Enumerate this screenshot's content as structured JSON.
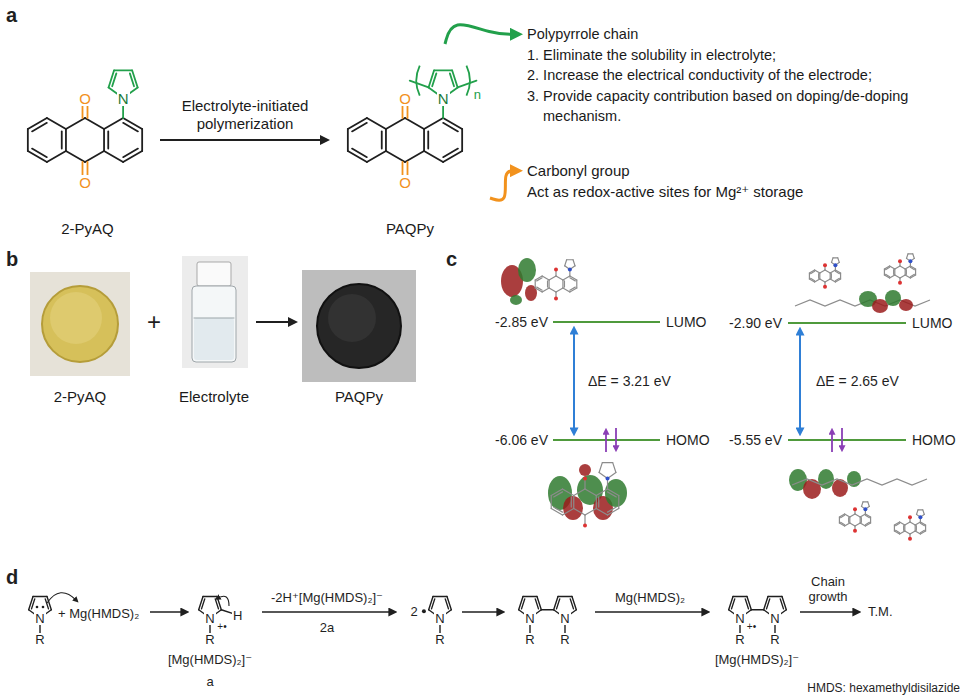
{
  "diagram": {
    "nodes": [
      {
        "text": [
          "2-PyAQ"
        ]
      },
      {
        "text": [
          "PAQPy"
        ]
      },
      {
        "text": [
          "Polypyrrole chain",
          "1. Eliminate the solubility in electrolyte;",
          "2. Increase the electrical conductivity of the electrode;",
          "3. Provide capacity contribution based on doping/de-doping mechanism."
        ]
      },
      {
        "text": [
          "Carbonyl group",
          "Act as redox-active sites for Mg²⁺ storage"
        ]
      },
      {
        "text": [
          "2-PyAQ"
        ]
      },
      {
        "text": [
          "Electrolyte"
        ]
      },
      {
        "text": [
          "PAQPy"
        ]
      }
    ],
    "edges": [
      {
        "from": 0,
        "to": 1,
        "label": "Electrolyte-initiated polymerization",
        "arrow": "to"
      },
      {
        "from": 1,
        "to": 2,
        "arrow": "to"
      },
      {
        "from": 1,
        "to": 3,
        "arrow": "to"
      },
      {
        "from": 5,
        "to": 6,
        "arrow": "to"
      }
    ],
    "labels": [
      "a",
      "N",
      "O",
      "O",
      "N",
      "n",
      "O",
      "O",
      "b",
      "+",
      "c",
      "-2.85 eV",
      "LUMO",
      "ΔE = 3.21 eV",
      "-6.06 eV",
      "HOMO",
      "-2.90 eV",
      "LUMO",
      "ΔE = 2.65 eV",
      "-5.55 eV",
      "HOMO",
      "d",
      "N",
      "R",
      "+ Mg(HMDS)₂",
      "N",
      "+•",
      "R",
      "H",
      "[Mg(HMDS)₂]⁻",
      "a",
      "-2H⁺[Mg(HMDS)₂]⁻",
      "2a",
      "2",
      "N",
      "R",
      "N",
      "R",
      "N",
      "R",
      "Mg(HMDS)₂",
      "N",
      "+•",
      "R",
      "N",
      "R",
      "[Mg(HMDS)₂]⁻",
      "Chain growth",
      "T.M.",
      "HMDS: hexamethyldisilazide"
    ]
  }
}
